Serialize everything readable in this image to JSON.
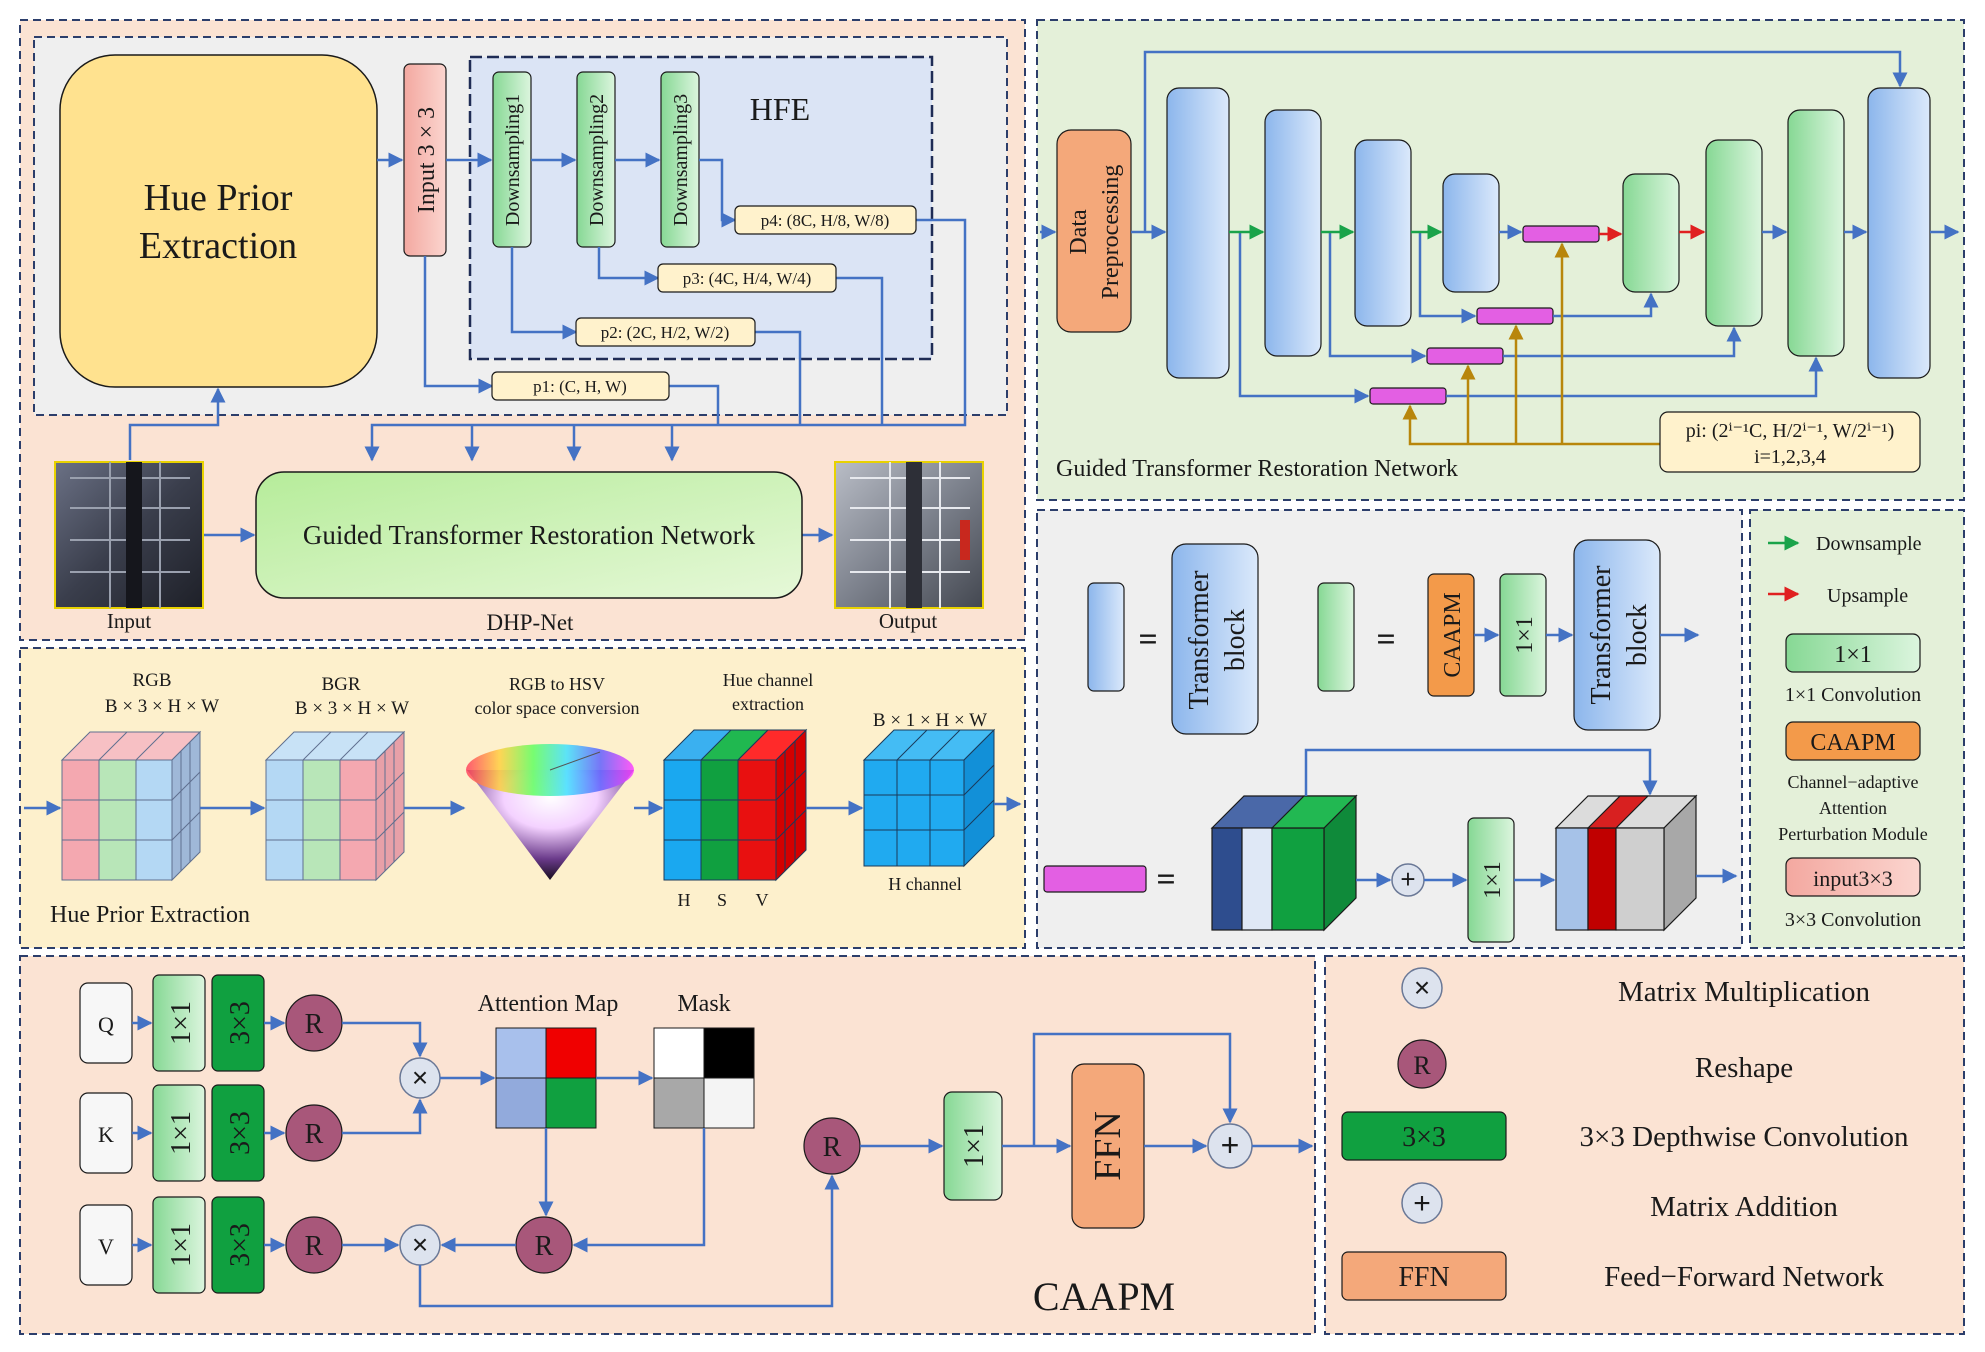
{
  "dhp": {
    "hue_prior_extraction": "Hue Prior",
    "hue_prior_extraction2": "Extraction",
    "input_conv": "Input 3 × 3",
    "hfe": "HFE",
    "down1": "Downsampling1",
    "down2": "Downsampling2",
    "down3": "Downsampling3",
    "p4": "p4: (8C, H/8, W/8)",
    "p3": "p3: (4C, H/4, W/4)",
    "p2": "p2: (2C, H/2, W/2)",
    "p1": "p1: (C, H, W)",
    "gtrn": "Guided Transformer Restoration Network",
    "input_label": "Input",
    "output_label": "Output",
    "title": "DHP-Net"
  },
  "gtrn_panel": {
    "data_pre1": "Data",
    "data_pre2": "Preprocessing",
    "pi1": "pi: (2ⁱ⁻¹C, H/2ⁱ⁻¹, W/2ⁱ⁻¹)",
    "pi2": "i=1,2,3,4",
    "title": "Guided Transformer Restoration Network"
  },
  "hue_panel": {
    "rgb": "RGB",
    "rgb_dim": "B × 3 × H × W",
    "bgr": "BGR",
    "bgr_dim": "B × 3 × H × W",
    "hsv1": "RGB to HSV",
    "hsv2": "color space conversion",
    "hue1": "Hue channel",
    "hue2": "extraction",
    "h_dim": "B × 1 × H × W",
    "h": "H",
    "s": "S",
    "v": "V",
    "h_channel": "H  channel",
    "title": "Hue Prior Extraction"
  },
  "blocks": {
    "eq": "=",
    "transformer1": "Transformer",
    "transformer2": "block",
    "caapm": "CAAPM",
    "conv1x1": "1×1"
  },
  "legend_side": {
    "downsample": "Downsample",
    "upsample": "Upsample",
    "conv1": "1×1",
    "conv1_label": "1×1 Convolution",
    "caapm": "CAAPM",
    "caapm_l1": "Channel−adaptive",
    "caapm_l2": "Attention",
    "caapm_l3": "Perturbation Module",
    "input3": "input3×3",
    "input3_label": "3×3 Convolution"
  },
  "caapm_panel": {
    "q": "Q",
    "k": "K",
    "v": "V",
    "c1": "1×1",
    "c3": "3×3",
    "r": "R",
    "attention_map": "Attention Map",
    "mask": "Mask",
    "ffn": "FFN",
    "title": "CAAPM"
  },
  "legend_bottom": {
    "matmul": "Matrix Multiplication",
    "reshape": "Reshape",
    "dwconv_chip": "3×3",
    "dwconv": "3×3  Depthwise Convolution",
    "add": "Matrix Addition",
    "ffn_chip": "FFN",
    "ffn": "Feed−Forward Network"
  },
  "colors": {
    "panel_peach": "#fbe3d3",
    "panel_green": "#e4f0d9",
    "panel_yellow": "#fdf0cc",
    "panel_gray": "#efefef",
    "panel_blue": "#dbe4f5",
    "blue_block": "#a9c8f0",
    "green_block": "#a8e3b0",
    "magenta": "#e35fe3",
    "orange": "#f39a4a",
    "arrow": "#4472c4"
  }
}
